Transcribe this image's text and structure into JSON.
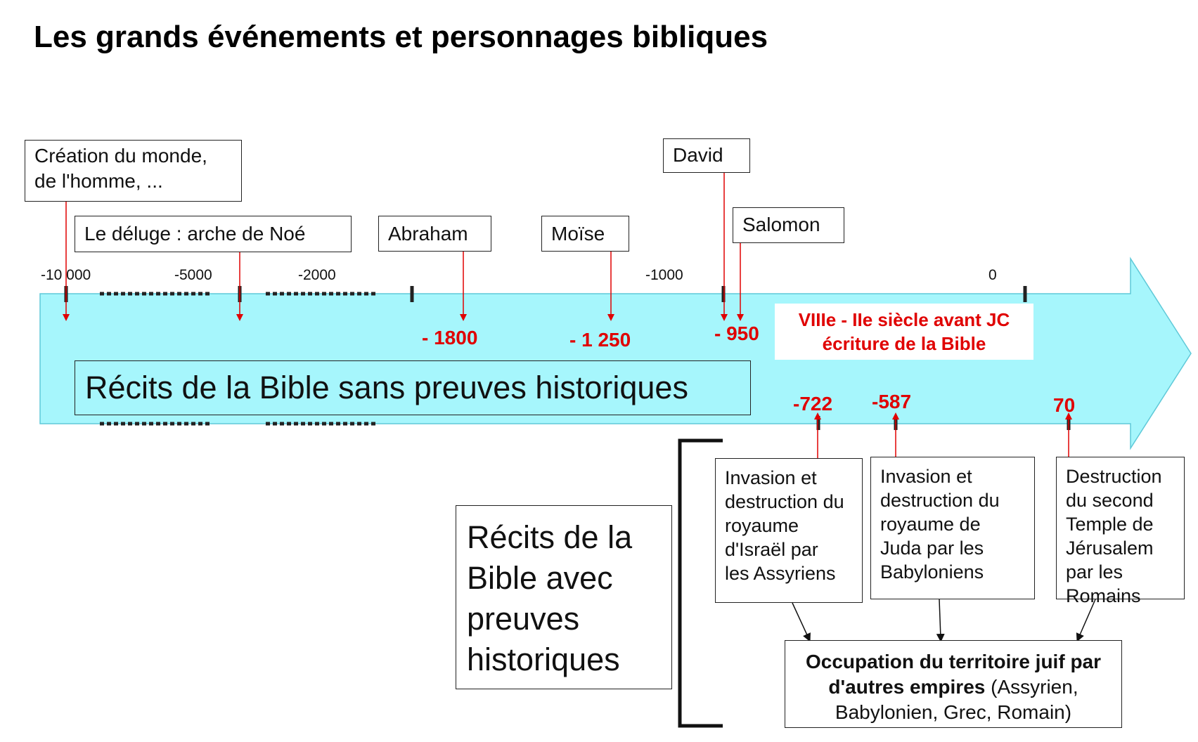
{
  "title": "Les grands événements et personnages bibliques",
  "colors": {
    "band": "#a6f6fc",
    "band_stroke": "#5fc9d8",
    "red": "#e00000",
    "line": "#222222"
  },
  "timeline": {
    "ticks": [
      "-10 000",
      "-5000",
      "-2000",
      "-1000",
      "0"
    ]
  },
  "events_top": {
    "creation": "Création du monde,\nde l'homme, ...",
    "deluge": "Le déluge : arche de Noé",
    "abraham": "Abraham",
    "moise": "Moïse",
    "david": "David",
    "salomon": "Salomon"
  },
  "dates": {
    "abraham": "- 1800",
    "moise": "- 1 250",
    "david_salomon": "- 950",
    "israel": "-722",
    "juda": "-587",
    "temple": "70"
  },
  "writing": {
    "line1": "VIIIe - IIe siècle avant JC",
    "line2": "écriture de la Bible"
  },
  "periods": {
    "no_proof": "Récits de la Bible sans preuves historiques",
    "with_proof": "Récits de la\nBible avec\npreuves\nhistoriques"
  },
  "events_bottom": {
    "israel": "Invasion et\ndestruction du\nroyaume\nd'Israël par\nles Assyriens",
    "juda": "Invasion et\ndestruction  du\nroyaume de\nJuda par les\nBabyloniens",
    "temple": "Destruction\ndu second\nTemple de\nJérusalem\npar les\nRomains"
  },
  "occupation": {
    "bold": "Occupation du territoire juif par d'autres empires",
    "rest": " (Assyrien, Babylonien, Grec, Romain)"
  }
}
